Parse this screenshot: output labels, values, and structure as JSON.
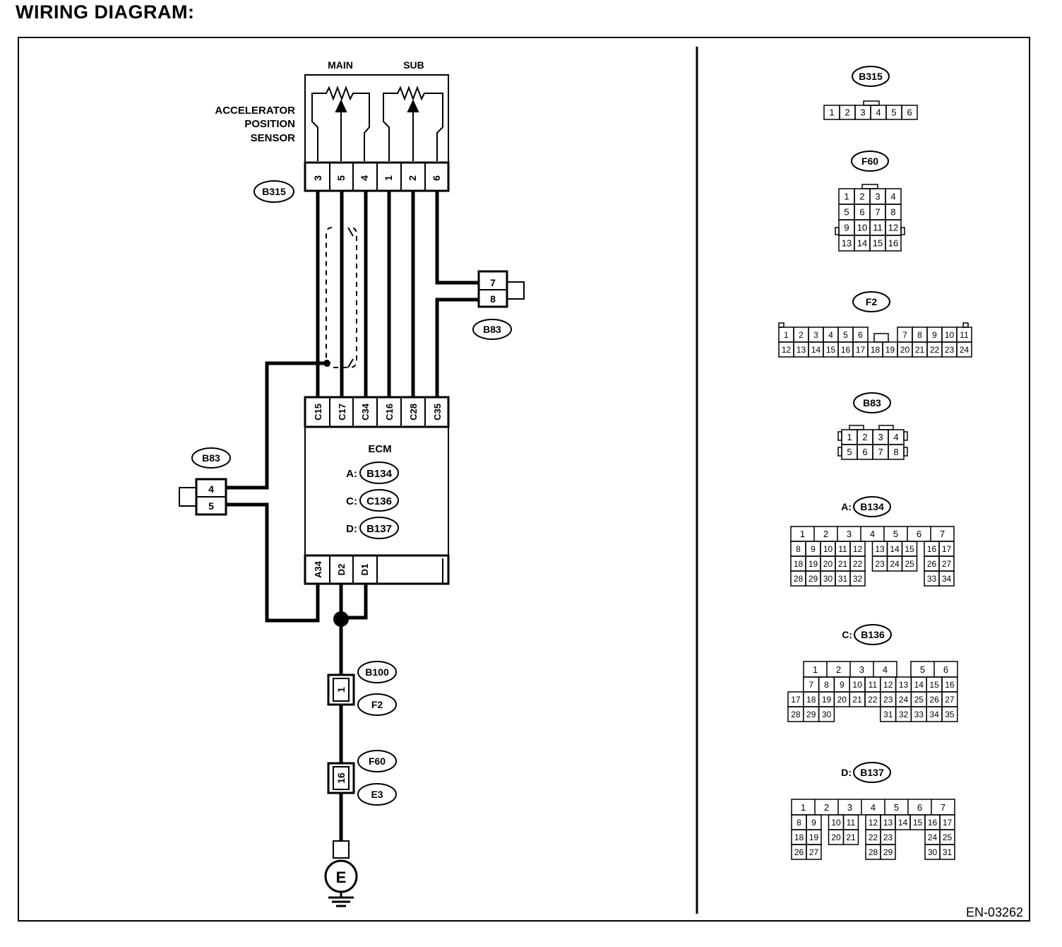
{
  "title": "WIRING DIAGRAM:",
  "figure_id": "EN-03262",
  "sensor": {
    "label_lines": [
      "ACCELERATOR",
      "POSITION",
      "SENSOR"
    ],
    "main_label": "MAIN",
    "sub_label": "SUB",
    "connector": "B315",
    "pins": [
      "3",
      "5",
      "4",
      "1",
      "2",
      "6"
    ]
  },
  "ecm": {
    "label": "ECM",
    "top_pins": [
      "C15",
      "C17",
      "C34",
      "C16",
      "C28",
      "C35"
    ],
    "bottom_pins": [
      "A34",
      "D2",
      "D1"
    ],
    "connector_refs": [
      {
        "prefix": "A:",
        "code": "B134"
      },
      {
        "prefix": "C:",
        "code": "C136"
      },
      {
        "prefix": "D:",
        "code": "B137"
      }
    ]
  },
  "joint_connector_right": {
    "code": "B83",
    "pins": [
      "7",
      "8"
    ]
  },
  "joint_connector_left": {
    "code": "B83",
    "pins": [
      "4",
      "5"
    ]
  },
  "ground_path": [
    {
      "codes": [
        "B100",
        "F2"
      ],
      "pin": "1"
    },
    {
      "codes": [
        "F60",
        "E3"
      ],
      "pin": "16"
    }
  ],
  "ground_symbol": "E",
  "connector_views": {
    "b315": {
      "code": "B315",
      "pins": [
        "1",
        "2",
        "3",
        "4",
        "5",
        "6"
      ]
    },
    "f60": {
      "code": "F60",
      "rows": [
        [
          "1",
          "2",
          "3",
          "4"
        ],
        [
          "5",
          "6",
          "7",
          "8"
        ],
        [
          "9",
          "10",
          "11",
          "12"
        ],
        [
          "13",
          "14",
          "15",
          "16"
        ]
      ]
    },
    "f2": {
      "code": "F2",
      "top": [
        "1",
        "2",
        "3",
        "4",
        "5",
        "6",
        "7",
        "8",
        "9",
        "10",
        "11"
      ],
      "bottom": [
        "12",
        "13",
        "14",
        "15",
        "16",
        "17",
        "18",
        "19",
        "20",
        "21",
        "22",
        "23",
        "24"
      ]
    },
    "b83": {
      "code": "B83",
      "rows": [
        [
          "1",
          "2",
          "3",
          "4"
        ],
        [
          "5",
          "6",
          "7",
          "8"
        ]
      ]
    },
    "a": {
      "prefix": "A:",
      "code": "B134",
      "rows": [
        [
          "1",
          "2",
          "3",
          "4",
          "5",
          "6",
          "7"
        ],
        [
          "8",
          "9",
          "10",
          "11",
          "12",
          "13",
          "14",
          "15",
          "16",
          "17"
        ],
        [
          "18",
          "19",
          "20",
          "21",
          "22",
          "23",
          "24",
          "25",
          "26",
          "27"
        ],
        [
          "28",
          "29",
          "30",
          "31",
          "32",
          "33",
          "34"
        ]
      ]
    },
    "c": {
      "prefix": "C:",
      "code": "B136",
      "rows": [
        [
          "1",
          "2",
          "3",
          "4",
          "5",
          "6"
        ],
        [
          "7",
          "8",
          "9",
          "10",
          "11",
          "12",
          "13",
          "14",
          "15",
          "16"
        ],
        [
          "17",
          "18",
          "19",
          "20",
          "21",
          "22",
          "23",
          "24",
          "25",
          "26",
          "27"
        ],
        [
          "28",
          "29",
          "30",
          "31",
          "32",
          "33",
          "34",
          "35"
        ]
      ]
    },
    "d": {
      "prefix": "D:",
      "code": "B137",
      "rows": [
        [
          "1",
          "2",
          "3",
          "4",
          "5",
          "6",
          "7"
        ],
        [
          "8",
          "9",
          "10",
          "11",
          "12",
          "13",
          "14",
          "15",
          "16",
          "17"
        ],
        [
          "18",
          "19",
          "20",
          "21",
          "22",
          "23",
          "24",
          "25"
        ],
        [
          "26",
          "27",
          "28",
          "29",
          "30",
          "31"
        ]
      ]
    }
  }
}
